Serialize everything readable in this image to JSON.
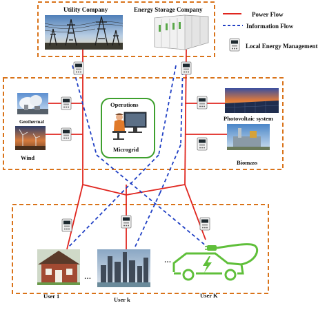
{
  "top_group": {
    "utility_label": "Utility Company",
    "storage_label": "Energy Storage Company"
  },
  "legend": {
    "power_flow": "Power Flow",
    "information_flow": "Information  Flow",
    "local_energy_management": "Local Energy Management",
    "power_color": "#e0261f",
    "info_color": "#1f3fc4"
  },
  "middle_group": {
    "geothermal_label": "Geothermal",
    "wind_label": "Wind",
    "operations_label": "Operations",
    "microgrid_label": "Microgrid",
    "pv_label": "Photovoltaic system",
    "biomass_label": "Biomass"
  },
  "bottom_group": {
    "user1_label": "User 1",
    "userk_small_label": "User k",
    "userK_label": "User K",
    "ellipsis_1": "…",
    "ellipsis_2": "…"
  },
  "colors": {
    "group_border": "#d9731a",
    "operations_border": "#3ea02e",
    "ev_color": "#5fbf3a"
  }
}
